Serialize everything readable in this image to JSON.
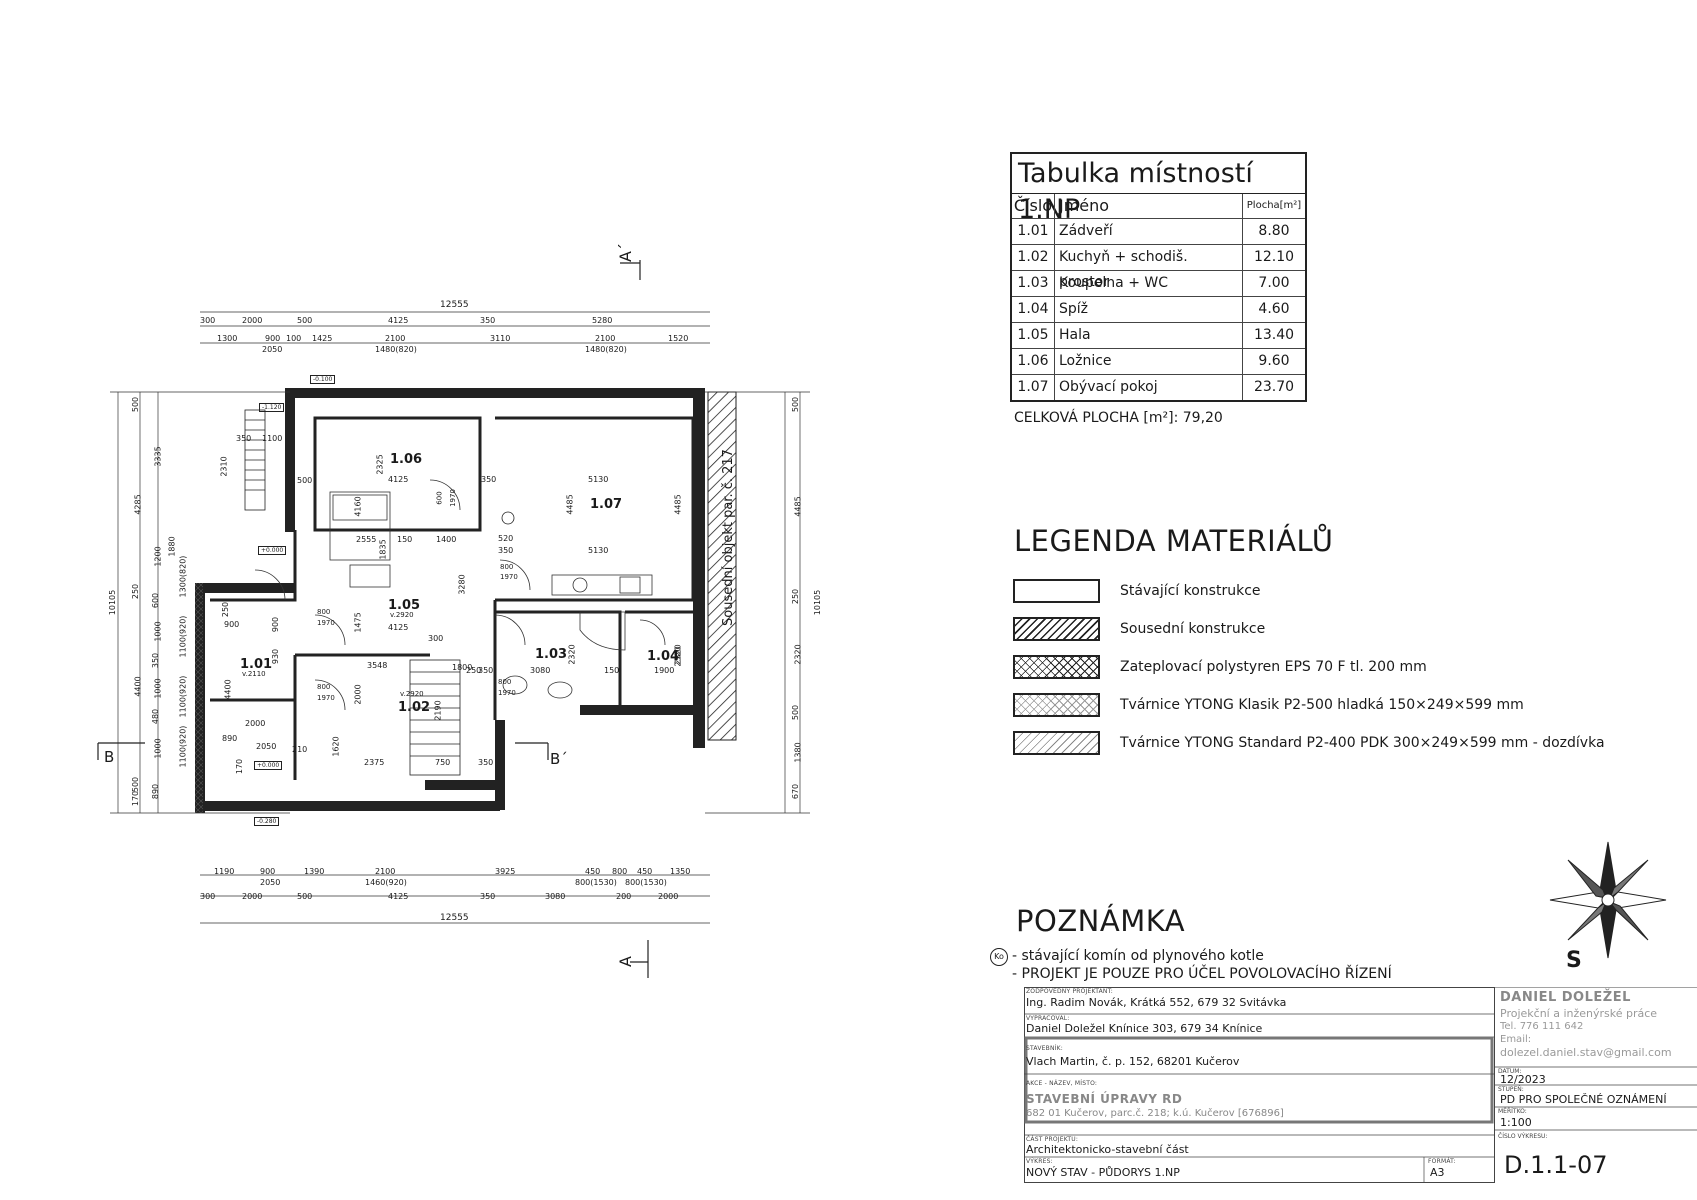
{
  "room_table": {
    "title": "Tabulka místností 1.NP",
    "headers": {
      "number": "Číslo",
      "name": "Jméno",
      "area": "Plocha[m²]"
    },
    "rows": [
      {
        "number": "1.01",
        "name": "Zádveří",
        "area": "8.80"
      },
      {
        "number": "1.02",
        "name": "Kuchyň + schodiš. prostor",
        "area": "12.10"
      },
      {
        "number": "1.03",
        "name": "Koupelna + WC",
        "area": "7.00"
      },
      {
        "number": "1.04",
        "name": "Spíž",
        "area": "4.60"
      },
      {
        "number": "1.05",
        "name": "Hala",
        "area": "13.40"
      },
      {
        "number": "1.06",
        "name": "Ložnice",
        "area": "9.60"
      },
      {
        "number": "1.07",
        "name": "Obývací pokoj",
        "area": "23.70"
      }
    ],
    "total": "CELKOVÁ PLOCHA [m²]: 79,20"
  },
  "legend": {
    "title": "LEGENDA MATERIÁLŮ",
    "items": [
      {
        "label": "Stávající konstrukce",
        "pattern": "empty"
      },
      {
        "label": "Sousední konstrukce",
        "pattern": "hatch"
      },
      {
        "label": "Zateplovací polystyren  EPS 70 F tl. 200 mm",
        "pattern": "cross"
      },
      {
        "label": "Tvárnice YTONG Klasik P2-500 hladká 150×249×599 mm",
        "pattern": "light-cross"
      },
      {
        "label": "Tvárnice YTONG Standard P2-400 PDK 300×249×599 mm - dozdívka",
        "pattern": "light-hatch"
      }
    ]
  },
  "note": {
    "title": "POZNÁMKA",
    "ko_symbol": "Ko",
    "lines": [
      "- stávající komín od plynového kotle",
      "- PROJEKT JE POUZE PRO ÚČEL POVOLOVACÍHO ŘÍZENÍ"
    ]
  },
  "compass": {
    "label": "S"
  },
  "title_block": {
    "responsible_label": "ZODPOVĚDNÝ PROJEKTANT:",
    "responsible": "Ing. Radim Novák, Krátká 552, 679 32 Svitávka",
    "prepared_label": "VYPRACOVAL:",
    "prepared": "Daniel Doležel Knínice 303, 679 34 Knínice",
    "client_label": "STAVEBNÍK:",
    "client": "Vlach Martin, č. p. 152, 68201 Kučerov",
    "action_label": "AKCE  -  NÁZEV, MÍSTO:",
    "action_title": "STAVEBNÍ ÚPRAVY RD",
    "action_place": "682 01 Kučerov,  parc.č. 218; k.ú.  Kučerov [676896]",
    "part_label": "ČÁST PROJEKTU:",
    "part": "Architektonicko-stavební část",
    "drawing_label": "VÝKRES:",
    "drawing": "NOVÝ STAV - PŮDORYS 1.NP",
    "format_label": "FORMÁT:",
    "format": "A3",
    "company_name": "DANIEL DOLEŽEL",
    "company_sub": "Projekční a inženýrské práce",
    "company_tel": "Tel. 776 111 642",
    "company_email_label": "Email:",
    "company_email": "dolezel.daniel.stav@gmail.com",
    "date_label": "DATUM:",
    "date": "12/2023",
    "stage_label": "STUPEŇ:",
    "stage": "PD PRO SPOLEČNÉ OZNÁMENÍ",
    "scale_label": "MĚŘÍTKO:",
    "scale": "1:100",
    "sheet_label": "ČÍSLO VÝKRESU:",
    "sheet": "D.1.1-07"
  },
  "plan": {
    "section_marks": [
      "A´",
      "A",
      "B",
      "B´"
    ],
    "neighbor_label": "Sousední objekt par. č. 217",
    "rooms": [
      {
        "id": "1.01",
        "height": "v.2110"
      },
      {
        "id": "1.02",
        "height": "v.2920"
      },
      {
        "id": "1.03",
        "height": ""
      },
      {
        "id": "1.04",
        "height": ""
      },
      {
        "id": "1.05",
        "height": "v.2920"
      },
      {
        "id": "1.06",
        "height": ""
      },
      {
        "id": "1.07",
        "height": ""
      }
    ],
    "dim_top_total": "12555",
    "dim_top_row1": [
      "300",
      "2000",
      "500",
      "4125",
      "350",
      "5280"
    ],
    "dim_top_row2": [
      "1300",
      "900",
      "100",
      "1425",
      "2100",
      "3110",
      "2100",
      "1520"
    ],
    "dim_top_row2b": [
      "2050",
      "1480(820)",
      "1480(820)"
    ],
    "dim_bottom_row1": [
      "1190",
      "900",
      "1390",
      "2100",
      "3925",
      "450",
      "800",
      "450",
      "1350"
    ],
    "dim_bottom_row1b": [
      "2050",
      "1460(920)",
      "800(1530)",
      "800(1530)"
    ],
    "dim_bottom_row2": [
      "300",
      "2000",
      "500",
      "4125",
      "350",
      "3080",
      "200",
      "2000"
    ],
    "dim_bottom_total": "12555",
    "dim_left_total": "10105",
    "dim_left_row1": [
      "500",
      "4285",
      "250",
      "4400",
      "500",
      "170"
    ],
    "dim_left_row2": [
      "3335",
      "1200",
      "600",
      "1000",
      "350",
      "1000",
      "480",
      "1000",
      "890"
    ],
    "dim_left_row3": [
      "1880",
      "1300(820)",
      "1100(920)",
      "1100(920)",
      "1100(920)"
    ],
    "dim_right_total": "10105",
    "dim_right": [
      "500",
      "4485",
      "250",
      "2320",
      "500",
      "1380",
      "670"
    ],
    "dim_inner": [
      "2310",
      "350",
      "1100",
      "2325",
      "500",
      "4125",
      "4160",
      "2555",
      "150",
      "1400",
      "1835",
      "350",
      "5130",
      "4485",
      "4485",
      "520",
      "350",
      "5130",
      "3280",
      "1475",
      "4125",
      "900",
      "250",
      "930",
      "900",
      "3548",
      "300",
      "2000",
      "1800",
      "350",
      "250",
      "3080",
      "2320",
      "150",
      "1900",
      "2320",
      "2000",
      "2190",
      "1620",
      "2375",
      "750",
      "350",
      "210",
      "890",
      "2050",
      "170",
      "4400",
      "2320"
    ],
    "door_labels": [
      "800",
      "1970",
      "800",
      "1970",
      "800",
      "1970",
      "800",
      "1970",
      "600",
      "1970"
    ],
    "level_labels": [
      "+0.000",
      "-1.120",
      "+0.000",
      "-0.280",
      "-0.100"
    ]
  }
}
